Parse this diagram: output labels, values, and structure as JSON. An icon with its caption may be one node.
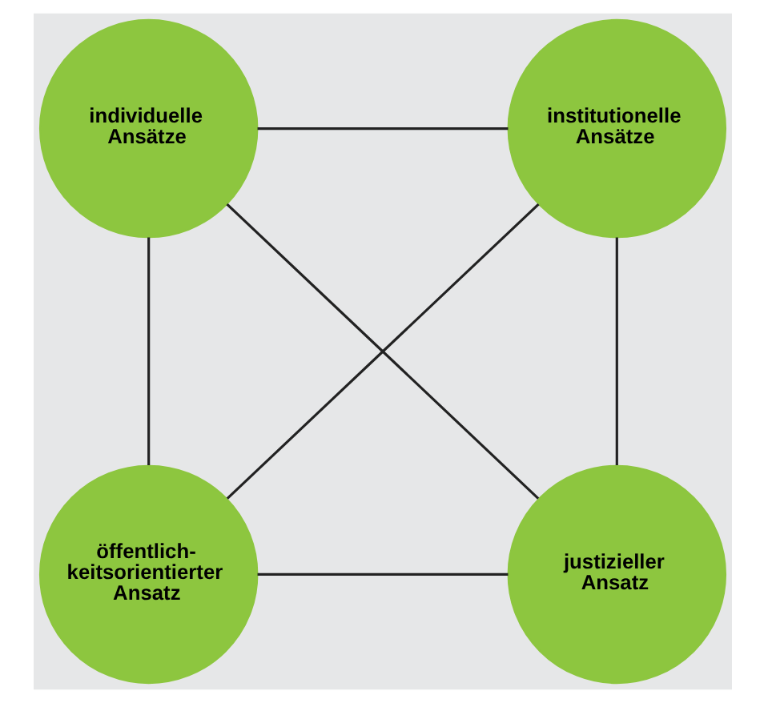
{
  "diagram": {
    "nodes": [
      {
        "text": [
          "individuelle Ansätze"
        ]
      },
      {
        "text": [
          "institutionelle Ansätze"
        ]
      },
      {
        "text": [
          "öffentlich- keitsorientierter Ansatz"
        ]
      },
      {
        "text": [
          "justizieller Ansatz"
        ]
      }
    ],
    "edges": [
      {
        "from": 0,
        "to": 1,
        "arrow": "none"
      },
      {
        "from": 0,
        "to": 2,
        "arrow": "none"
      },
      {
        "from": 1,
        "to": 3,
        "arrow": "none"
      },
      {
        "from": 0,
        "to": 3,
        "arrow": "none"
      },
      {
        "from": 1,
        "to": 2,
        "arrow": "none"
      },
      {
        "from": 2,
        "to": 3,
        "arrow": "none"
      }
    ]
  }
}
